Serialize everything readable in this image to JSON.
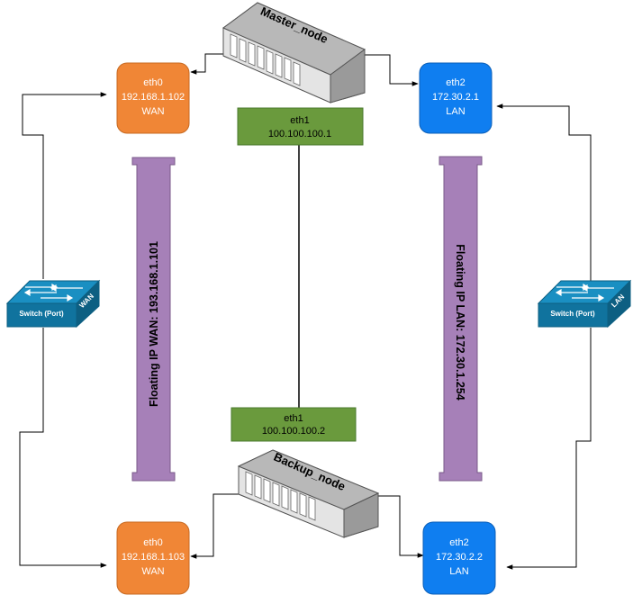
{
  "master_node": {
    "label": "Master_node"
  },
  "backup_node": {
    "label": "Backup_node"
  },
  "master_eth0": {
    "name": "eth0",
    "ip": "192.168.1.102",
    "zone": "WAN"
  },
  "master_eth2": {
    "name": "eth2",
    "ip": "172.30.2.1",
    "zone": "LAN"
  },
  "master_eth1": {
    "name": "eth1",
    "ip": "100.100.100.1"
  },
  "backup_eth1": {
    "name": "eth1",
    "ip": "100.100.100.2"
  },
  "backup_eth0": {
    "name": "eth0",
    "ip": "192.168.1.103",
    "zone": "WAN"
  },
  "backup_eth2": {
    "name": "eth2",
    "ip": "172.30.2.2",
    "zone": "LAN"
  },
  "floating_wan": {
    "label": "Floating IP WAN: 193.168.1.101"
  },
  "floating_lan": {
    "label": "Floating IP LAN: 172.30.1.254"
  },
  "switch_wan": {
    "label": "Switch (Port)",
    "side_label": "WAN"
  },
  "switch_lan": {
    "label": "Switch (Port)",
    "side_label": "LAN"
  },
  "colors": {
    "eth0_fill": "#f08636",
    "eth2_fill": "#0f7ef0",
    "eth1_fill": "#6a9a3d",
    "floating_fill": "#a680b8",
    "switch_fill": "#10739e",
    "server_fill": "#b8b8b8"
  },
  "icons": {
    "switch": "network-switch-icon",
    "server": "server-rack-icon"
  }
}
